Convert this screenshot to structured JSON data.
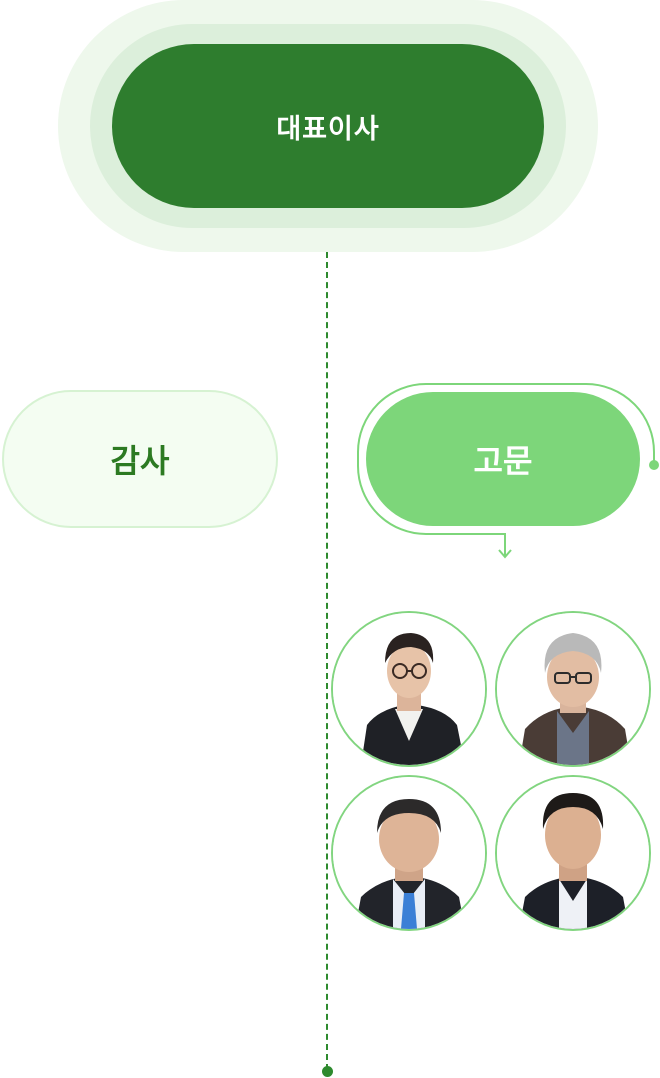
{
  "org_chart": {
    "ceo_label": "대표이사",
    "auditor_label": "감사",
    "advisor_label": "고문"
  },
  "colors": {
    "ceo_green": "#2e7d2e",
    "advisor_green": "#7dd67a",
    "auditor_text": "#2c7a22",
    "line_green": "#2e8a2e"
  },
  "advisor_portraits": [
    {
      "icon": "person-portrait-icon"
    },
    {
      "icon": "person-portrait-icon"
    },
    {
      "icon": "person-portrait-icon"
    },
    {
      "icon": "person-portrait-icon"
    }
  ]
}
